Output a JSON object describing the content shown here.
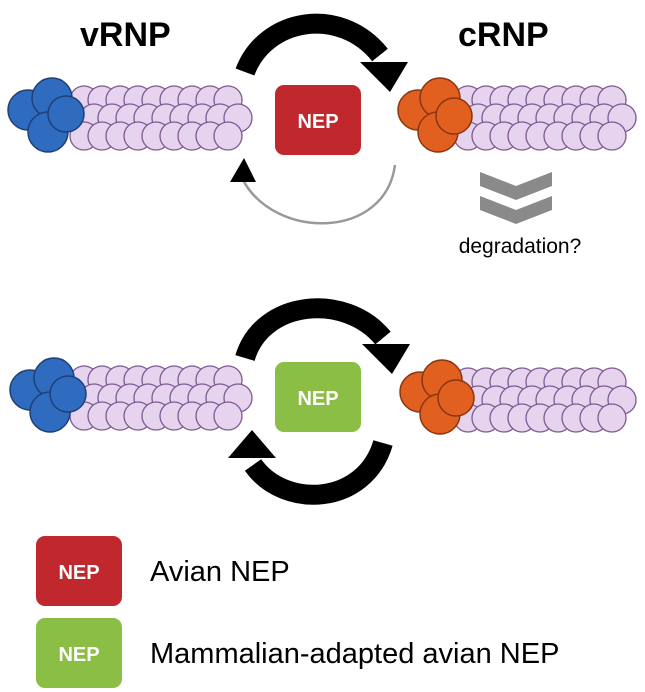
{
  "headers": {
    "left": "vRNP",
    "right": "cRNP"
  },
  "panels": [
    {
      "box_label": "NEP",
      "box_color": "#c0282d",
      "forward_arrow": "thick",
      "return_arrow": "thin"
    },
    {
      "box_label": "NEP",
      "box_color": "#8bbe45",
      "forward_arrow": "thick",
      "return_arrow": "thick"
    }
  ],
  "degradation_label": "degradation?",
  "legend": [
    {
      "box_label": "NEP",
      "color": "#c0282d",
      "text": "Avian NEP"
    },
    {
      "box_label": "NEP",
      "color": "#8bbe45",
      "text": "Mammalian-adapted avian NEP"
    }
  ],
  "colors": {
    "vrnp_polymerase": "#2f6bbf",
    "crnp_polymerase": "#e2601f",
    "nucleoprotein": "#e6d3ee",
    "nucleoprotein_outline": "#7d5a92",
    "degradation_chevron": "#8a8a8a",
    "arrow": "#000000",
    "thin_arrow": "#999999"
  }
}
